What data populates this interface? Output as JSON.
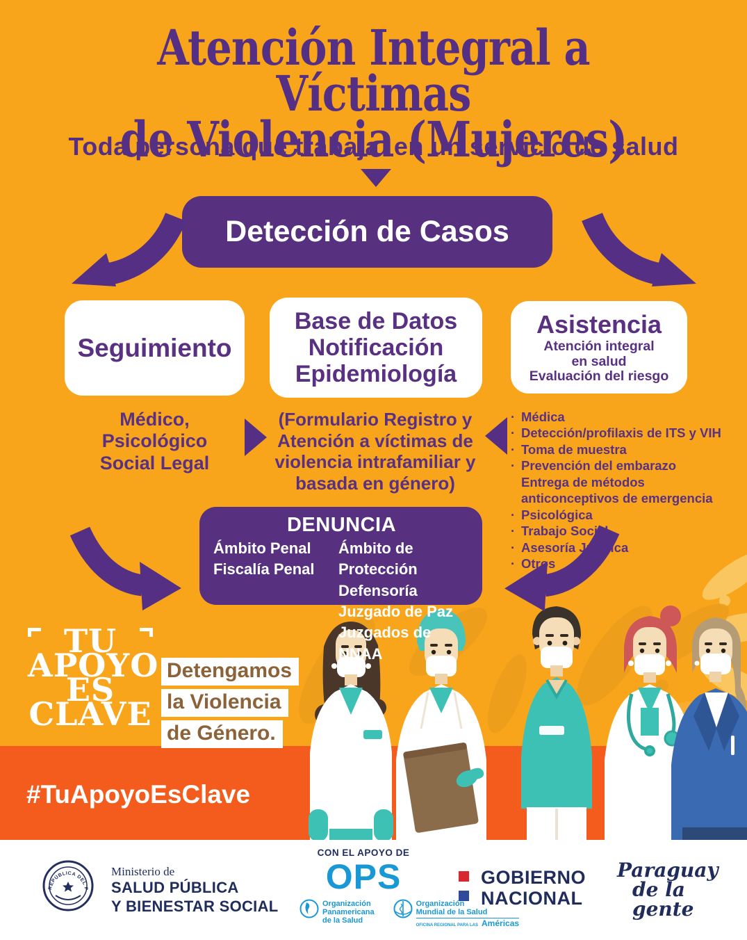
{
  "colors": {
    "background": "#F9A51C",
    "band": "#F45C1E",
    "purple": "#552F84",
    "brown": "#8C6239",
    "navy": "#1F2C5C",
    "ops_blue": "#1899D5",
    "teal": "#3EC1B5",
    "gov_red": "#D7282F",
    "gov_blue": "#2E4B9B"
  },
  "header": {
    "title_line1": "Atención Integral a Víctimas",
    "title_line2": "de Violencia (Mujeres)",
    "subtitle": "Toda persona que trabaja  en un servicio de salud"
  },
  "flow": {
    "detection": "Detección de Casos",
    "seguimiento": {
      "title": "Seguimiento",
      "note_lines": [
        "Médico,",
        "Psicológico",
        "Social Legal"
      ]
    },
    "base_datos": {
      "title_lines": [
        "Base de Datos",
        "Notificación",
        "Epidemiología"
      ],
      "note_lines": [
        "(Formulario Registro y",
        "Atención a víctimas de",
        "violencia intrafamiliar y",
        "basada en género)"
      ]
    },
    "asistencia": {
      "title": "Asistencia",
      "subtitle_lines": [
        "Atención integral",
        "en salud",
        "Evaluación del riesgo"
      ],
      "bullets": [
        {
          "m": "·",
          "t": "Médica"
        },
        {
          "m": "·",
          "t": "Detección/profilaxis de ITS y VIH"
        },
        {
          "m": "·",
          "t": "Toma de muestra"
        },
        {
          "m": "·",
          "t": "Prevención del embarazo"
        },
        {
          "m": "",
          "t": "Entrega de métodos"
        },
        {
          "m": "",
          "t": "anticonceptivos de emergencia"
        },
        {
          "m": "·",
          "t": "Psicológica"
        },
        {
          "m": "·",
          "t": "Trabajo Social"
        },
        {
          "m": "·",
          "t": "Asesoría Jurídica"
        },
        {
          "m": "·",
          "t": "Otros"
        }
      ]
    },
    "denuncia": {
      "title": "DENUNCIA",
      "col_left": [
        "Ámbito Penal",
        "Fiscalía Penal"
      ],
      "col_right": [
        "Ámbito de Protección",
        "Defensoría",
        "Juzgado de Paz",
        "Juzgados de NNAA"
      ]
    }
  },
  "campaign": {
    "slogan_lines": [
      "TU",
      "APOYO",
      "ES",
      "CLAVE"
    ],
    "message_lines": [
      "Detengamos",
      "la Violencia",
      "de Género."
    ],
    "hashtag": "#TuApoyoEsClave"
  },
  "footer": {
    "support_label": "CON EL APOYO DE",
    "ministry": {
      "seal_text": "REPÚBLICA DEL PARAGUAY",
      "pre": "Ministerio de",
      "line1": "SALUD PÚBLICA",
      "line2": "Y BIENESTAR SOCIAL"
    },
    "ops": {
      "acronym": "OPS",
      "paho_lines": [
        "Organización",
        "Panamericana",
        "de la Salud"
      ],
      "who_lines": [
        "Organización",
        "Mundial de la Salud"
      ],
      "who_region": "OFICINA REGIONAL PARA LAS",
      "who_americas": "Américas"
    },
    "government": {
      "line1": "GOBIERNO",
      "line2": "NACIONAL"
    },
    "paraguay": {
      "line1": "Paraguay",
      "line2": "de la gente"
    }
  }
}
